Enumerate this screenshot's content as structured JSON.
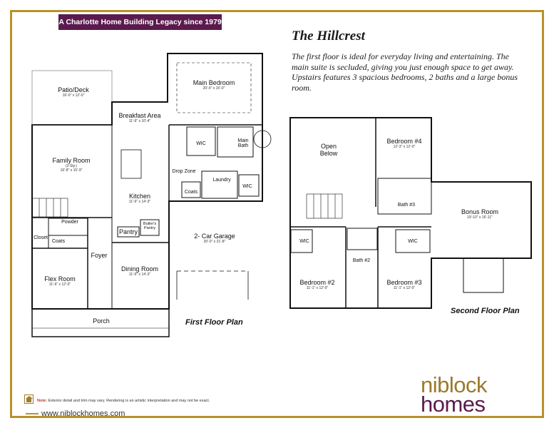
{
  "banner": "A Charlotte Home Building Legacy since 1979",
  "title": "The Hillcrest",
  "description": "The first floor is ideal for everyday living and entertaining. The main suite is secluded, giving you just enough space to get away.  Upstairs features 3 spacious bedrooms, 2 baths and a large bonus room.",
  "first_floor": {
    "plan_title": "First Floor Plan",
    "rooms": [
      {
        "id": "patio",
        "name": "Patio/Deck",
        "dim": "16'-0\" x 12'-0\""
      },
      {
        "id": "breakfast",
        "name": "Breakfast Area",
        "dim": "11'-6\" x 10'-4\""
      },
      {
        "id": "main-bedroom",
        "name": "Main Bedroom",
        "dim": "20'-0\" x 15'-0\""
      },
      {
        "id": "family",
        "name": "Family Room",
        "extra": "(2-Sty.)",
        "dim": "16'-8\" x 15'-9\""
      },
      {
        "id": "wic-main",
        "name": "WIC"
      },
      {
        "id": "main-bath",
        "name": "Main Bath"
      },
      {
        "id": "drop-zone",
        "name": "Drop Zone"
      },
      {
        "id": "laundry",
        "name": "Laundry"
      },
      {
        "id": "coats-1",
        "name": "Coats"
      },
      {
        "id": "wic-2",
        "name": "WIC"
      },
      {
        "id": "kitchen",
        "name": "Kitchen",
        "dim": "11'-6\" x 14'-3\""
      },
      {
        "id": "powder",
        "name": "Powder"
      },
      {
        "id": "closet",
        "name": "Closet"
      },
      {
        "id": "coats-2",
        "name": "Coats"
      },
      {
        "id": "pantry",
        "name": "Pantry"
      },
      {
        "id": "butlers",
        "name": "Butler's Pantry"
      },
      {
        "id": "garage",
        "name": "2- Car Garage",
        "dim": "20'-0\" x 21'-8\""
      },
      {
        "id": "foyer",
        "name": "Foyer"
      },
      {
        "id": "flex",
        "name": "Flex Room",
        "dim": "11'-6\" x 12'-0\""
      },
      {
        "id": "dining",
        "name": "Dining Room",
        "dim": "11'-6\" x 14'-3\""
      },
      {
        "id": "porch",
        "name": "Porch"
      }
    ]
  },
  "second_floor": {
    "plan_title": "Second Floor Plan",
    "rooms": [
      {
        "id": "open-below",
        "name": "Open Below"
      },
      {
        "id": "bedroom-4",
        "name": "Bedroom #4",
        "dim": "12'-3\" x 12'-0\""
      },
      {
        "id": "bath-3",
        "name": "Bath #3"
      },
      {
        "id": "bonus",
        "name": "Bonus Room",
        "dim": "19'-10\" x 16'-11\""
      },
      {
        "id": "wic-a",
        "name": "WIC"
      },
      {
        "id": "wic-b",
        "name": "WIC"
      },
      {
        "id": "bath-2",
        "name": "Bath #2"
      },
      {
        "id": "bedroom-2",
        "name": "Bedroom #2",
        "dim": "11'-1\" x 12'-0\""
      },
      {
        "id": "bedroom-3",
        "name": "Bedroom #3",
        "dim": "11'-1\" x 12'-0\""
      }
    ]
  },
  "footer": {
    "note_label": "Note:",
    "note_text": "Exterior detail and trim may vary. Rendering is an artistic interpretation and may not be exact.",
    "website": "www.niblockhomes.com",
    "logo_top": "niblock",
    "logo_bottom": "homes"
  },
  "colors": {
    "frame": "#b8922a",
    "banner": "#5b1a4e",
    "logo_gold": "#9b7a2b",
    "logo_purple": "#5b1a4e"
  },
  "icons": [
    "equal-housing-icon"
  ]
}
